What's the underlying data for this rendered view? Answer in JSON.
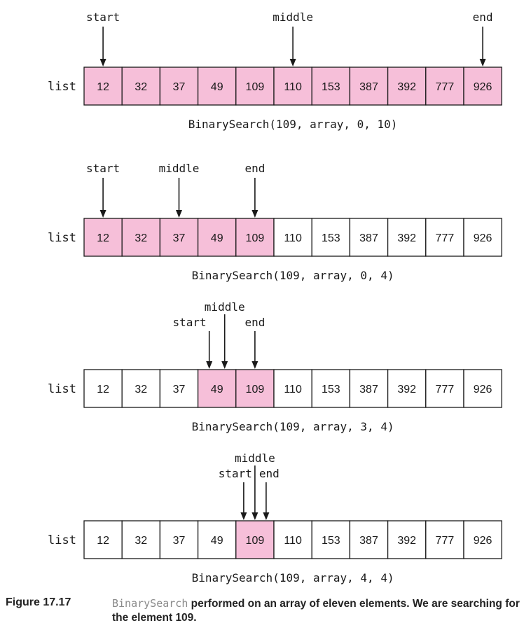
{
  "colors": {
    "highlight": "#f6bfd9",
    "cell_border": "#1a1a1a",
    "plain": "#ffffff"
  },
  "array_values": [
    "12",
    "32",
    "37",
    "49",
    "109",
    "110",
    "153",
    "387",
    "392",
    "777",
    "926"
  ],
  "steps": [
    {
      "list_label": "list",
      "call": "BinarySearch(109, array, 0, 10)",
      "highlight": [
        0,
        10
      ],
      "pointers": {
        "start": {
          "label": "start",
          "index": 0
        },
        "middle": {
          "label": "middle",
          "index": 5
        },
        "end": {
          "label": "end",
          "index": 10
        }
      }
    },
    {
      "list_label": "list",
      "call": "BinarySearch(109, array, 0, 4)",
      "highlight": [
        0,
        4
      ],
      "pointers": {
        "start": {
          "label": "start",
          "index": 0
        },
        "middle": {
          "label": "middle",
          "index": 2
        },
        "end": {
          "label": "end",
          "index": 4
        }
      }
    },
    {
      "list_label": "list",
      "call": "BinarySearch(109, array, 3, 4)",
      "highlight": [
        3,
        4
      ],
      "pointers": {
        "start": {
          "label": "start",
          "index": 3
        },
        "middle": {
          "label": "middle",
          "index": 3
        },
        "end": {
          "label": "end",
          "index": 4
        }
      }
    },
    {
      "list_label": "list",
      "call": "BinarySearch(109, array, 4, 4)",
      "highlight": [
        4,
        4
      ],
      "pointers": {
        "start": {
          "label": "start",
          "index": 4
        },
        "middle": {
          "label": "middle",
          "index": 4
        },
        "end": {
          "label": "end",
          "index": 4
        }
      }
    }
  ],
  "caption": {
    "number": "Figure 17.17",
    "code": "BinarySearch",
    "text": " performed on an array of eleven elements. We are searching for the element 109."
  }
}
